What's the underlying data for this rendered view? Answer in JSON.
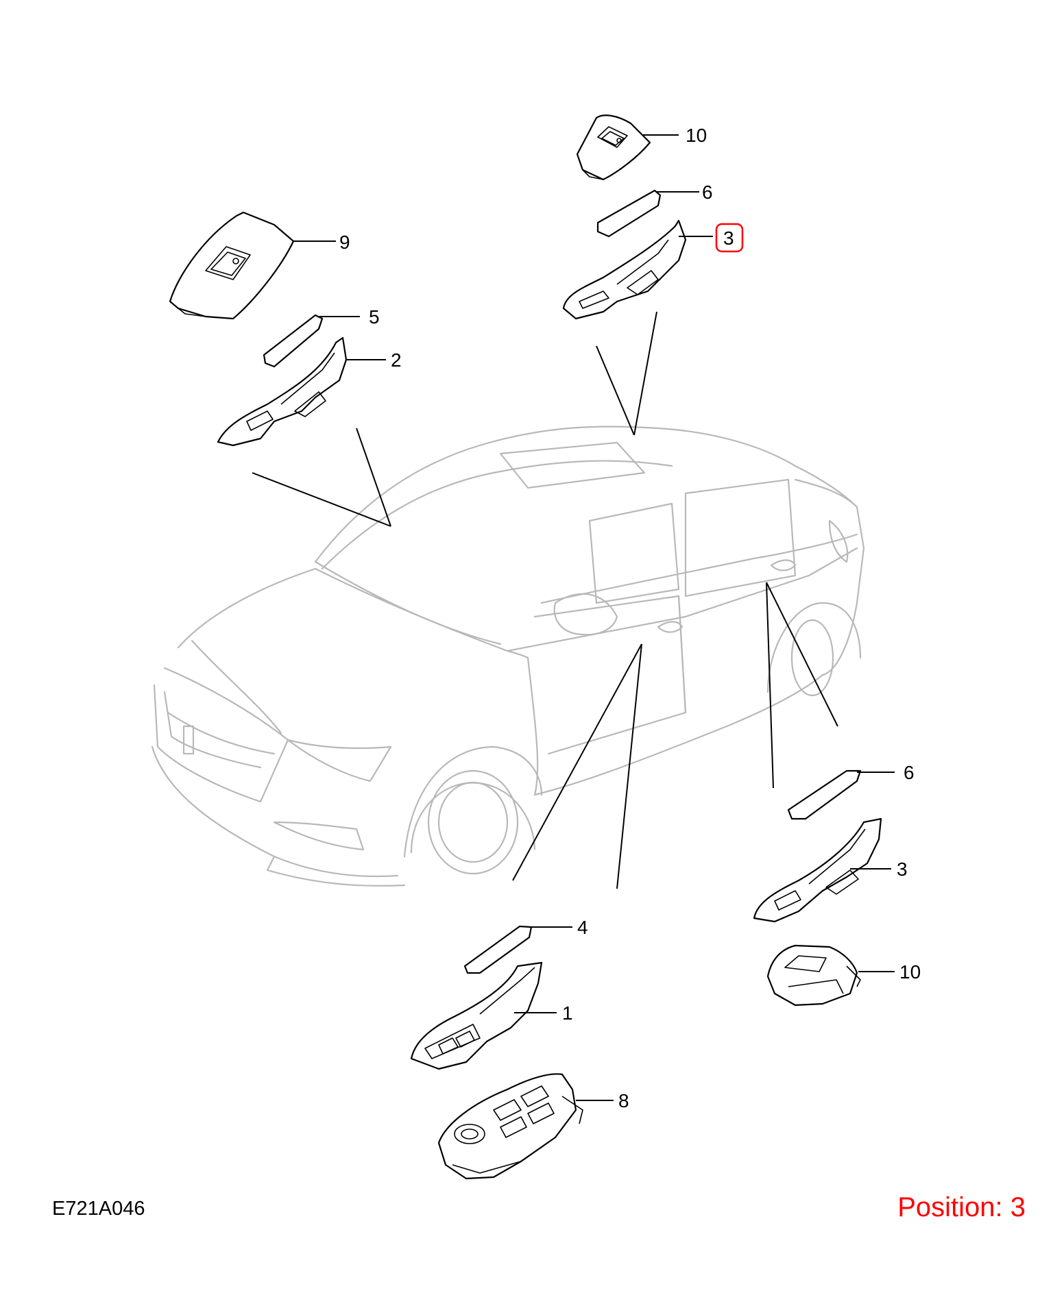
{
  "diagram": {
    "callouts": [
      {
        "id": "callout-10-top",
        "label": "10"
      },
      {
        "id": "callout-6-top",
        "label": "6"
      },
      {
        "id": "callout-3-top",
        "label": "3",
        "highlighted": true
      },
      {
        "id": "callout-9",
        "label": "9"
      },
      {
        "id": "callout-5",
        "label": "5"
      },
      {
        "id": "callout-2",
        "label": "2"
      },
      {
        "id": "callout-6-right",
        "label": "6"
      },
      {
        "id": "callout-3-right",
        "label": "3"
      },
      {
        "id": "callout-10-right",
        "label": "10"
      },
      {
        "id": "callout-4",
        "label": "4"
      },
      {
        "id": "callout-1",
        "label": "1"
      },
      {
        "id": "callout-8",
        "label": "8"
      }
    ],
    "highlight_color": "#ff0000",
    "car_outline_color": "#b8b8b8"
  },
  "footer": {
    "code": "E721A046",
    "position_text": "Position: 3"
  }
}
